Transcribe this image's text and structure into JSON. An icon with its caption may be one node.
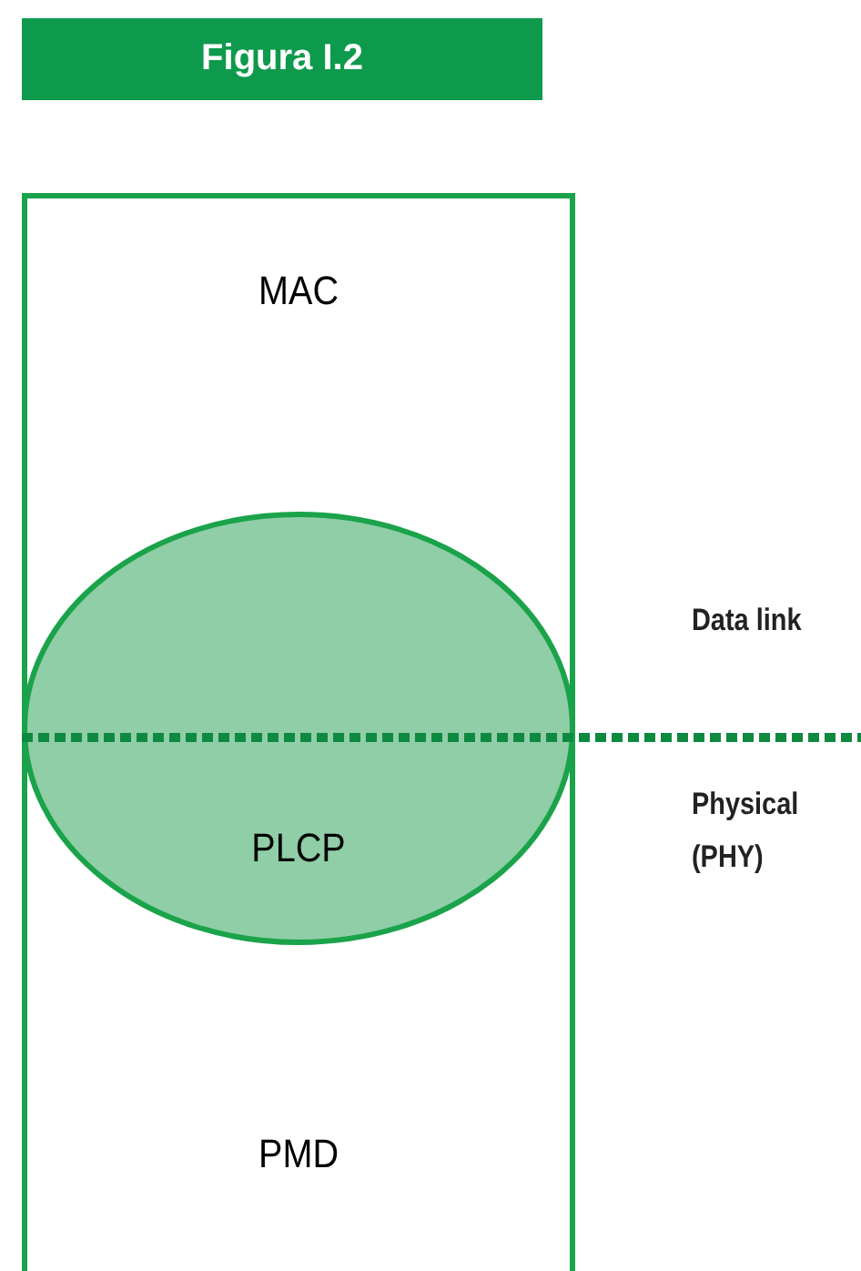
{
  "diagram": {
    "title": "Figura I.2",
    "nodes": [
      {
        "text": [
          "MAC",
          "PMD"
        ]
      },
      {
        "text": [
          "PLCP"
        ],
        "in": 0
      }
    ],
    "labels": [
      "Data link",
      "Physical (PHY)"
    ]
  }
}
